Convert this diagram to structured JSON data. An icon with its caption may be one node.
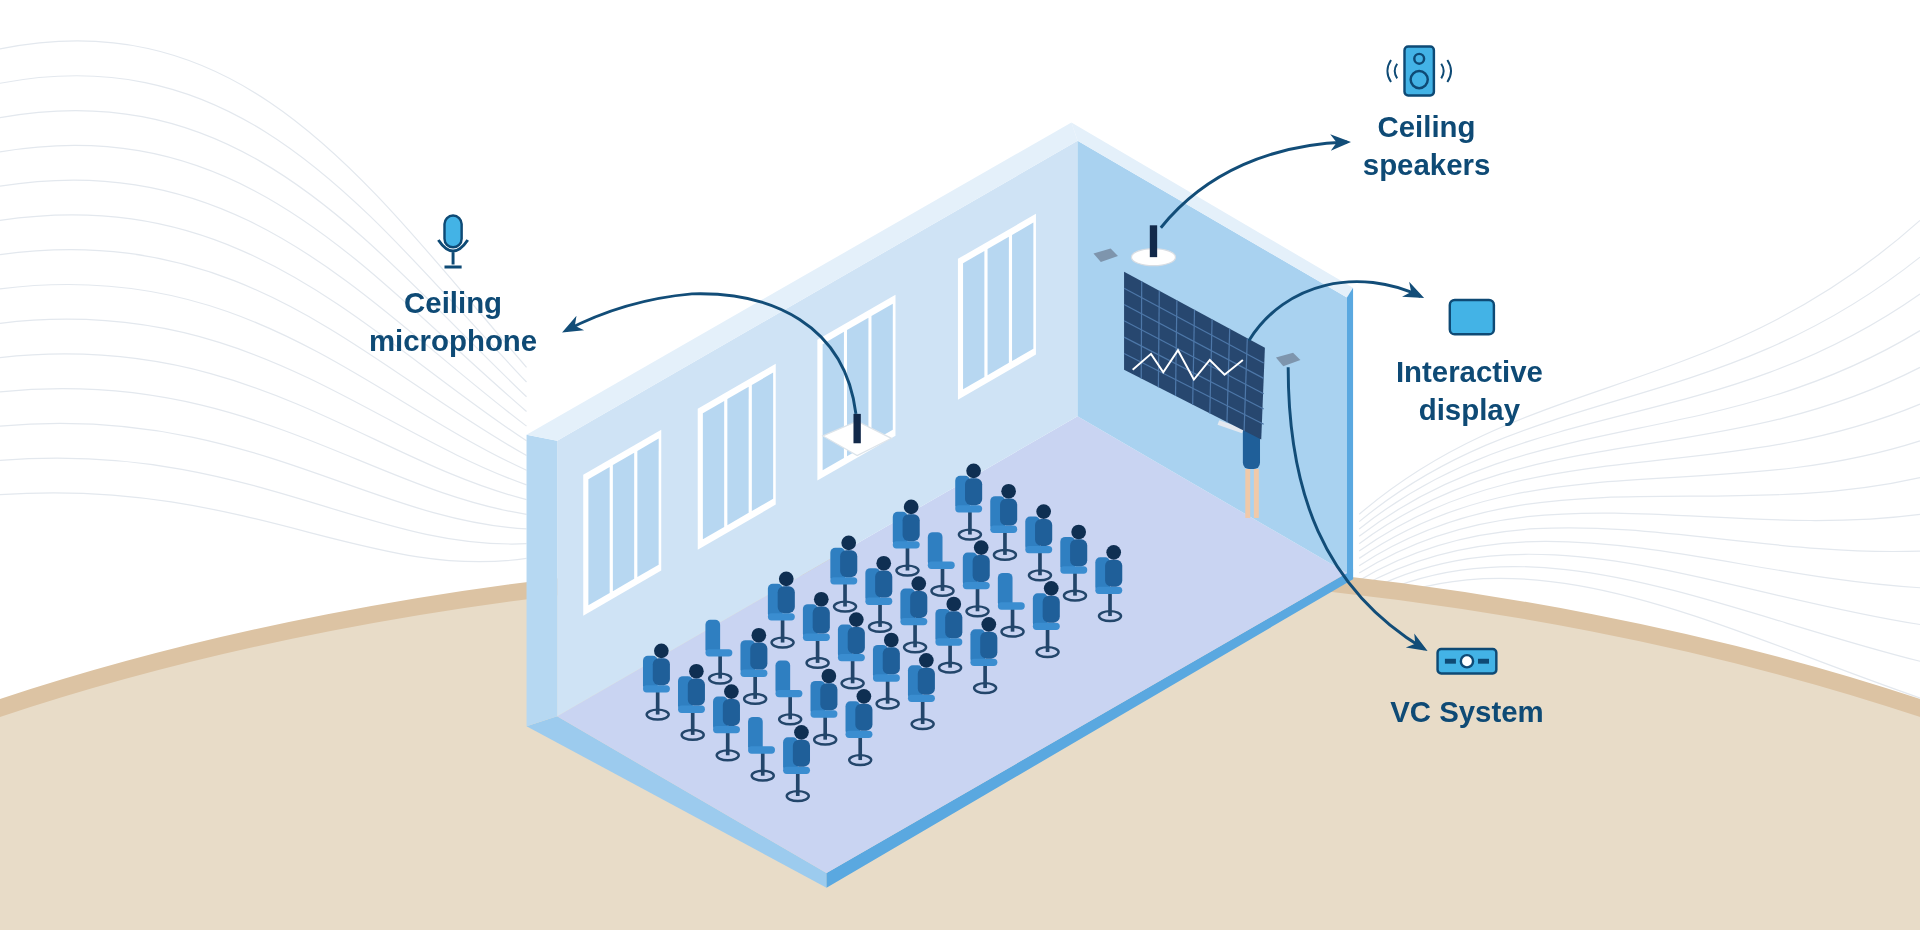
{
  "diagram": {
    "nodes": [
      {
        "text": [
          "Ceiling speakers"
        ]
      },
      {
        "text": [
          "Ceiling microphone"
        ]
      },
      {
        "text": [
          "Interactive display"
        ]
      },
      {
        "text": [
          "VC System"
        ]
      },
      {
        "text": [],
        "shape": "picture"
      },
      {
        "text": [],
        "shape": "picture"
      },
      {
        "text": [],
        "shape": "picture"
      },
      {
        "text": [],
        "shape": "picture"
      }
    ],
    "edges": [
      {
        "from": 5,
        "to": 1,
        "arrow": "to"
      },
      {
        "from": 4,
        "to": 0,
        "arrow": "to"
      },
      {
        "from": 6,
        "to": 2,
        "arrow": "to"
      },
      {
        "from": 7,
        "to": 3,
        "arrow": "to"
      }
    ]
  }
}
